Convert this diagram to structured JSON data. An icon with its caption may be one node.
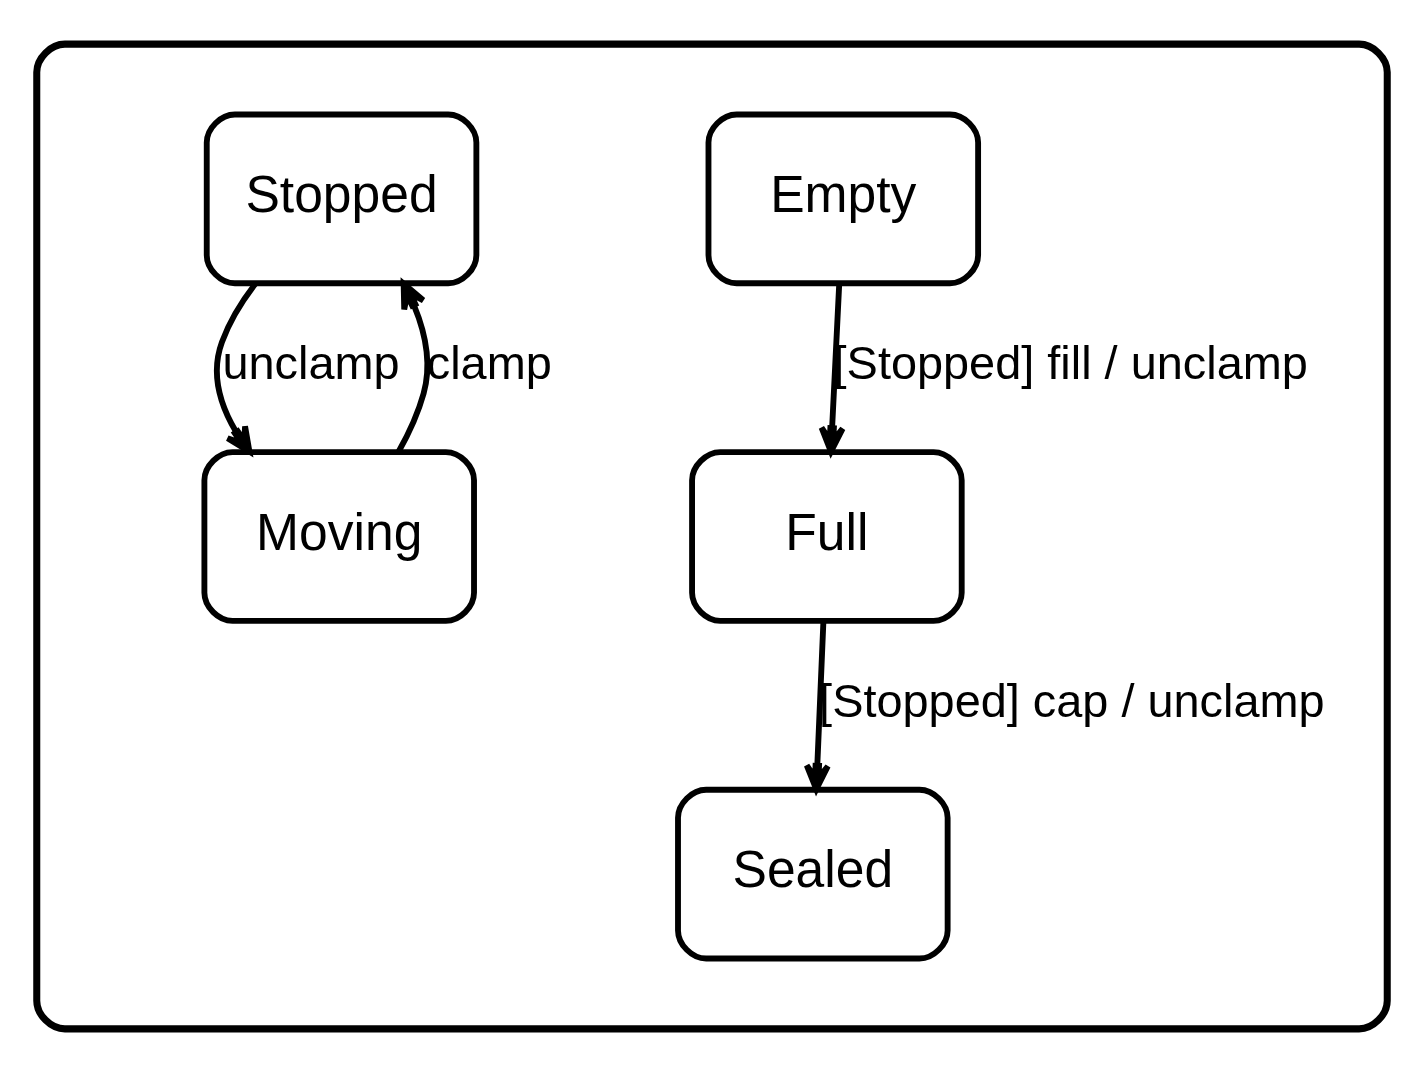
{
  "diagram": {
    "nodes": [
      {
        "text": [],
        "shape": "box"
      },
      {
        "text": [
          "Empty"
        ],
        "in": 0
      },
      {
        "text": [
          "Full"
        ],
        "in": 0
      },
      {
        "text": [
          "Sealed"
        ],
        "in": 0
      },
      {
        "text": [
          "Stopped"
        ],
        "in": 0
      },
      {
        "text": [
          "Moving"
        ],
        "in": 0
      }
    ],
    "edges": [
      {
        "from": 1,
        "to": 2,
        "arrow": "to",
        "label": "[Stopped] fill / unclamp"
      },
      {
        "from": 2,
        "to": 3,
        "arrow": "to",
        "label": "[Stopped] cap / unclamp"
      },
      {
        "from": 4,
        "to": 5,
        "arrow": "to",
        "label": "unclamp"
      },
      {
        "from": 5,
        "to": 4,
        "arrow": "to",
        "label": "clamp"
      }
    ]
  }
}
